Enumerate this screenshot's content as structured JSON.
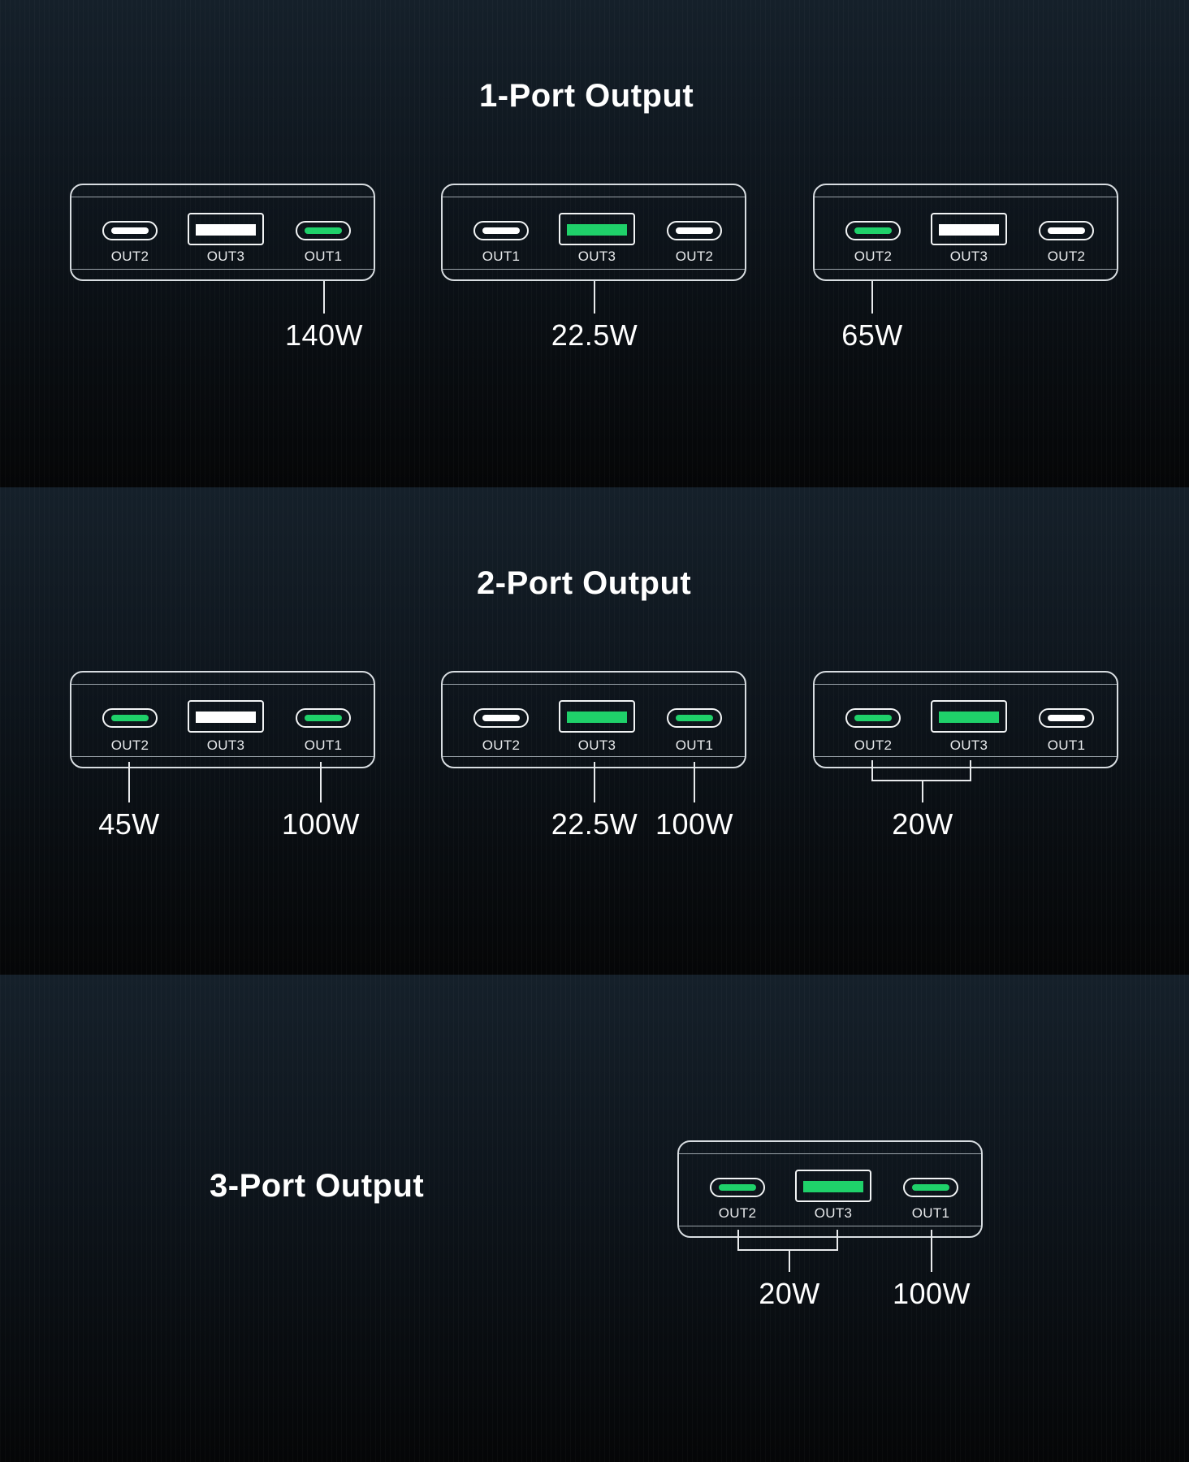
{
  "section1": {
    "title": "1-Port Output",
    "devices": [
      {
        "ports": [
          "OUT2",
          "OUT3",
          "OUT1"
        ],
        "watts": [
          "140W"
        ]
      },
      {
        "ports": [
          "OUT1",
          "OUT3",
          "OUT2"
        ],
        "watts": [
          "22.5W"
        ]
      },
      {
        "ports": [
          "OUT2",
          "OUT3",
          "OUT2"
        ],
        "watts": [
          "65W"
        ]
      }
    ]
  },
  "section2": {
    "title": "2-Port Output",
    "devices": [
      {
        "ports": [
          "OUT2",
          "OUT3",
          "OUT1"
        ],
        "watts": [
          "45W",
          "100W"
        ]
      },
      {
        "ports": [
          "OUT2",
          "OUT3",
          "OUT1"
        ],
        "watts": [
          "22.5W",
          "100W"
        ]
      },
      {
        "ports": [
          "OUT2",
          "OUT3",
          "OUT1"
        ],
        "watts": [
          "20W"
        ]
      }
    ]
  },
  "section3": {
    "title": "3-Port Output",
    "device": {
      "ports": [
        "OUT2",
        "OUT3",
        "OUT1"
      ],
      "watts": [
        "20W",
        "100W"
      ]
    }
  },
  "colors": {
    "active_port": "#1fd16a",
    "inactive_port": "#ffffff",
    "background": "#0b1117"
  },
  "icons": {
    "usb_c_port": "usb-c-port-icon",
    "usb_a_port": "usb-a-port-icon"
  }
}
